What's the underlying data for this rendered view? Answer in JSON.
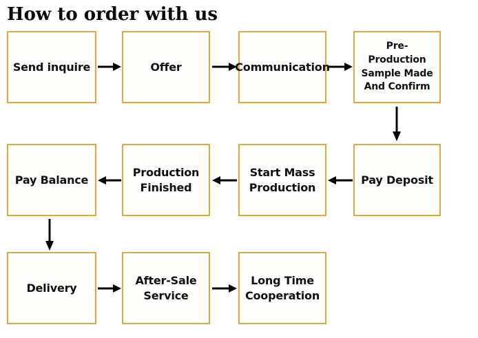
{
  "title": "How to order with us",
  "colors": {
    "box_border": "#e0a73f",
    "box_fill": "#fdfdfa",
    "text": "#111111",
    "title_text": "#0a0a0a",
    "arrow": "#000000",
    "background": "#ffffff"
  },
  "flow": {
    "rows": [
      {
        "direction": "left-to-right",
        "nodes": [
          {
            "id": "send-inquire",
            "label": "Send inquire",
            "lines": 1
          },
          {
            "id": "offer",
            "label": "Offer",
            "lines": 1
          },
          {
            "id": "communication",
            "label": "Communication",
            "lines": 1
          },
          {
            "id": "pre-production-sample",
            "label": "Pre-Production\nSample Made\nAnd Confirm",
            "lines": 3
          }
        ]
      },
      {
        "direction": "right-to-left",
        "nodes": [
          {
            "id": "pay-balance",
            "label": "Pay Balance",
            "lines": 1
          },
          {
            "id": "production-finished",
            "label": "Production\nFinished",
            "lines": 2
          },
          {
            "id": "start-mass-production",
            "label": "Start Mass\nProduction",
            "lines": 2
          },
          {
            "id": "pay-deposit",
            "label": "Pay Deposit",
            "lines": 1
          }
        ]
      },
      {
        "direction": "left-to-right",
        "nodes": [
          {
            "id": "delivery",
            "label": "Delivery",
            "lines": 1
          },
          {
            "id": "after-sale-service",
            "label": "After-Sale\nService",
            "lines": 2
          },
          {
            "id": "long-time-cooperation",
            "label": "Long Time\nCooperation",
            "lines": 2
          }
        ]
      }
    ],
    "connectors": [
      {
        "id": "send-inquire-to-offer",
        "type": "arrow-right"
      },
      {
        "id": "offer-to-communication",
        "type": "arrow-right"
      },
      {
        "id": "communication-to-pre-production",
        "type": "arrow-right"
      },
      {
        "id": "pre-production-to-pay-deposit",
        "type": "arrow-down"
      },
      {
        "id": "pay-deposit-to-start-mass-production",
        "type": "arrow-left"
      },
      {
        "id": "start-mass-production-to-production-finished",
        "type": "arrow-left"
      },
      {
        "id": "production-finished-to-pay-balance",
        "type": "arrow-left"
      },
      {
        "id": "pay-balance-to-delivery",
        "type": "arrow-down"
      },
      {
        "id": "delivery-to-after-sale-service",
        "type": "arrow-right"
      },
      {
        "id": "after-sale-service-to-long-time-cooperation",
        "type": "arrow-right"
      }
    ]
  }
}
